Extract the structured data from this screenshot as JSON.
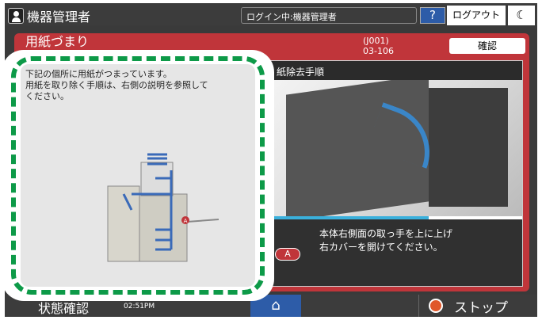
{
  "topbar": {
    "user": "機器管理者",
    "login_status": "ログイン中:機器管理者",
    "help": "?",
    "logout": "ログアウト",
    "energy_icon": "moon-icon"
  },
  "dialog": {
    "title": "用紙づまり",
    "code_line1": "(J001)",
    "code_line2": "03-106",
    "confirm": "確認",
    "panel_title": "紙除去手順",
    "step_badge": "A",
    "instruction_line1": "本体右側面の取っ手を上に上げ",
    "instruction_line2": "右カバーを開けてください。",
    "progress_percent": 63
  },
  "overlay": {
    "message_line1": "下記の個所に用紙がつまっています。",
    "message_line2": "用紙を取り除く手順は、右側の説明を参照して",
    "message_line3": "ください。",
    "jam_marker": "A",
    "border_color": "#0d9a48"
  },
  "bottombar": {
    "status": "状態確認",
    "time": "02:51PM",
    "home_icon": "home-icon",
    "stop": "ストップ"
  },
  "colors": {
    "alert": "#c0353a",
    "accent": "#2d5ca8",
    "progress": "#3ab0dc"
  }
}
